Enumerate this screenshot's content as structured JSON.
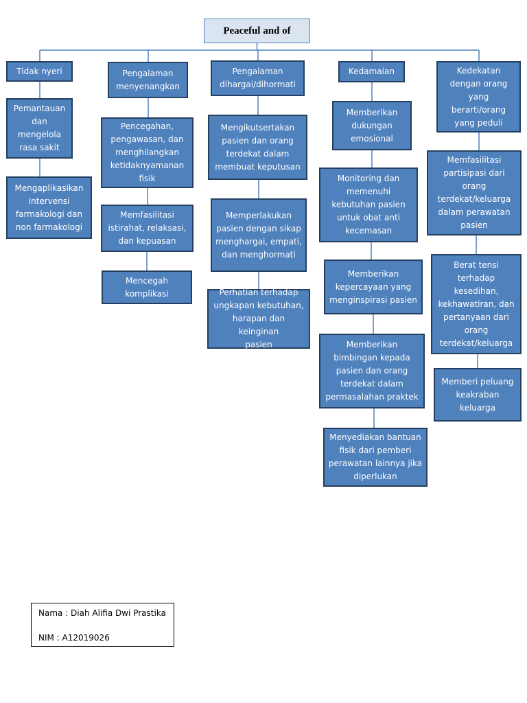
{
  "title": "Peaceful and of",
  "columns": [
    {
      "nodes": [
        "Tidak nyeri",
        "Pemantauan\ndan\nmengelola\nrasa sakit",
        "Mengaplikasikan\nintervensi\nfarmakologi dan\nnon farmakologi"
      ]
    },
    {
      "nodes": [
        "Pengalaman\nmenyenangkan",
        "Pencegahan,\npengawasan, dan\nmenghilangkan\nketidaknyamanan\nfisik",
        "Memfasilitasi\nistirahat, relaksasi,\ndan kepuasan",
        "Mencegah\nkomplikasi"
      ]
    },
    {
      "nodes": [
        "Pengalaman\ndihargai/dihormati",
        "Mengikutsertakan\npasien dan orang\nterdekat dalam\nmembuat keputusan",
        "Memperlakukan\npasien dengan sikap\nmenghargai, empati,\ndan menghormati",
        "Perhatian terhadap\nungkapan kebutuhan,\nharapan dan keinginan\npasien"
      ]
    },
    {
      "nodes": [
        "Kedamaian",
        "Memberikan\ndukungan\nemosional",
        "Monitoring dan\nmemenuhi\nkebutuhan pasien\nuntuk obat anti\nkecemasan",
        "Memberikan\nkepercayaan yang\nmenginspirasi pasien",
        "Memberikan\nbimbingan kepada\npasien dan orang\nterdekat dalam\npermasalahan praktek",
        "Menyediakan bantuan\nfisik dari pemberi\nperawatan lainnya jika\ndiperlukan"
      ]
    },
    {
      "nodes": [
        "Kedekatan\ndengan orang\nyang\nberarti/orang\nyang peduli",
        "Memfasilitasi\npartisipasi dari\norang\nterdekat/keluarga\ndalam perawatan\npasien",
        "Berat tensi\nterhadap\nkesedihan,\nkekhawatiran, dan\npertanyaan dari\norang\nterdekat/keluarga",
        "Memberi peluang\nkeakraban\nkeluarga"
      ]
    }
  ],
  "footer": {
    "name": "Nama : Diah Alifia Dwi Prastika",
    "nim": "NIM : A12019026"
  },
  "colors": {
    "box_fill": "#4f81bd",
    "box_border": "#243f60",
    "connector": "#4f81bd",
    "title_fill": "#dbe5f1"
  }
}
